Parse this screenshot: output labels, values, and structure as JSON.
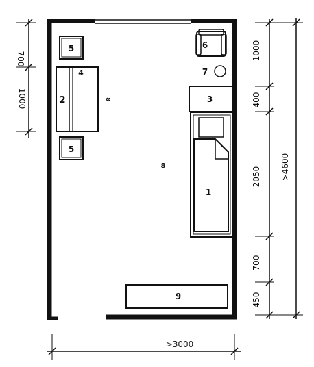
{
  "floorplan": {
    "labels": {
      "bed": "1",
      "wardrobe": "2",
      "nightstand": "3",
      "dresser": "4",
      "stool_top": "5",
      "stool_bottom": "5",
      "armchair": "6",
      "round_table": "7",
      "room_center": "8",
      "desk": "9",
      "small_mark": "8"
    },
    "dimensions": {
      "left_top": "700",
      "left_bottom": "1000",
      "right_1": "1000",
      "right_2": "400",
      "right_3": "2050",
      "right_4": "700",
      "right_5": "450",
      "right_total": ">4600",
      "bottom_width": ">3000"
    }
  }
}
